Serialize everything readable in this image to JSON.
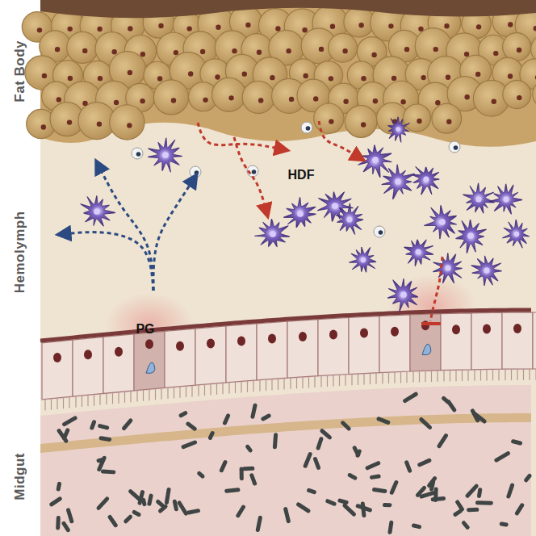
{
  "diagram": {
    "labels": [
      "Fat Body",
      "Hemolymph",
      "Midgut",
      "HDF",
      "PG"
    ]
  }
}
